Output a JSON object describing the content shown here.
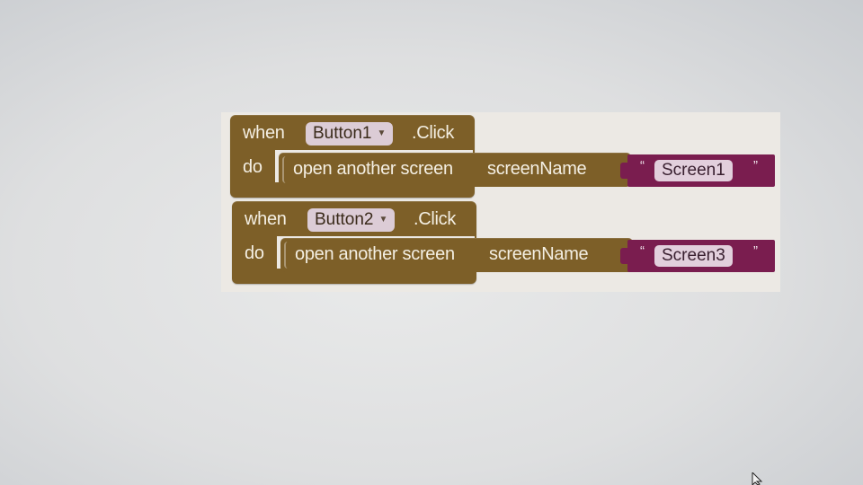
{
  "blocks": [
    {
      "when_label": "when",
      "component": "Button1",
      "event": ".Click",
      "do_label": "do",
      "statement": {
        "label": "open another screen",
        "param": "screenName"
      },
      "text": {
        "open_quote": "“",
        "value": "Screen1",
        "close_quote": "”"
      }
    },
    {
      "when_label": "when",
      "component": "Button2",
      "event": ".Click",
      "do_label": "do",
      "statement": {
        "label": "open another screen",
        "param": "screenName"
      },
      "text": {
        "open_quote": "“",
        "value": "Screen3",
        "close_quote": "”"
      }
    }
  ],
  "icons": {
    "dropdown": "caret-down-icon",
    "cursor": "mouse-pointer-icon"
  },
  "colors": {
    "control_block": "#7d5f28",
    "text_block": "#7a1d4f",
    "workspace_bg": "#e4e4e4"
  }
}
